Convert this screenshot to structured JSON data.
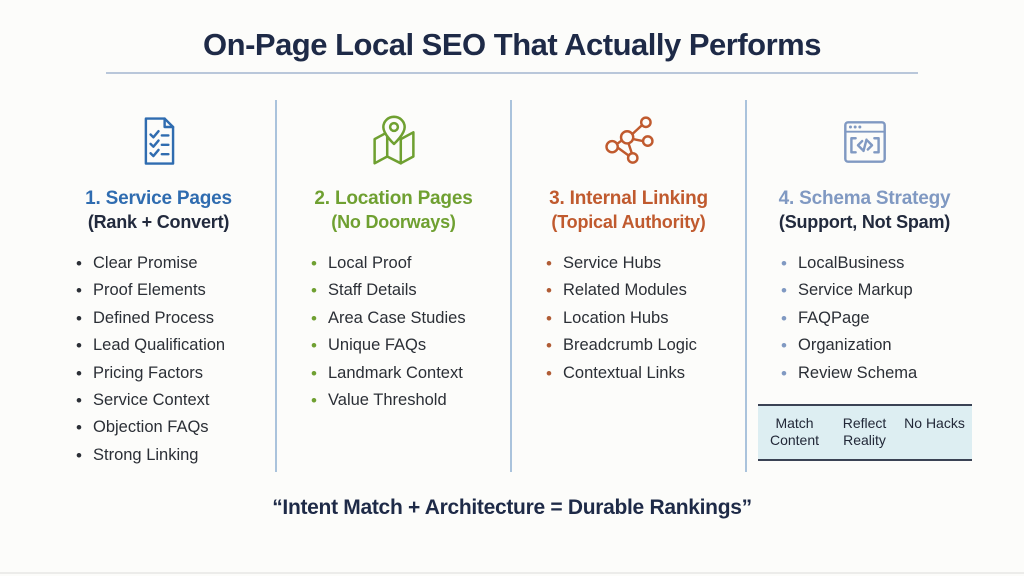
{
  "title": "On-Page Local SEO That Actually Performs",
  "quote": "“Intent Match + Architecture = Durable Rankings”",
  "colors": {
    "heading_navy": "#1e2a47",
    "col1_blue": "#2f6cb0",
    "col2_green": "#6fa031",
    "col3_orange": "#c05a2e",
    "col4_steel": "#8099c2",
    "divider_blue": "#aac3dc",
    "schema_box_bg": "#ddeef2"
  },
  "columns": [
    {
      "icon": "checklist-document-icon",
      "title": "1. Service Pages",
      "subtitle": "(Rank + Convert)",
      "items": [
        "Clear Promise",
        "Proof Elements",
        "Defined Process",
        "Lead Qualification",
        "Pricing Factors",
        "Service Context",
        "Objection FAQs",
        "Strong Linking"
      ]
    },
    {
      "icon": "map-location-pin-icon",
      "title": "2. Location Pages",
      "subtitle": "(No Doorways)",
      "items": [
        "Local Proof",
        "Staff Details",
        "Area Case Studies",
        "Unique FAQs",
        "Landmark Context",
        "Value Threshold"
      ]
    },
    {
      "icon": "network-nodes-icon",
      "title": "3. Internal Linking",
      "subtitle": "(Topical Authority)",
      "items": [
        "Service Hubs",
        "Related Modules",
        "Location Hubs",
        "Breadcrumb Logic",
        "Contextual Links"
      ]
    },
    {
      "icon": "code-browser-icon",
      "title": "4. Schema Strategy",
      "subtitle": "(Support, Not Spam)",
      "items": [
        "LocalBusiness",
        "Service Markup",
        "FAQPage",
        "Organization",
        "Review Schema"
      ],
      "footer_cells": [
        "Match Content",
        "Reflect Reality",
        "No Hacks"
      ]
    }
  ]
}
